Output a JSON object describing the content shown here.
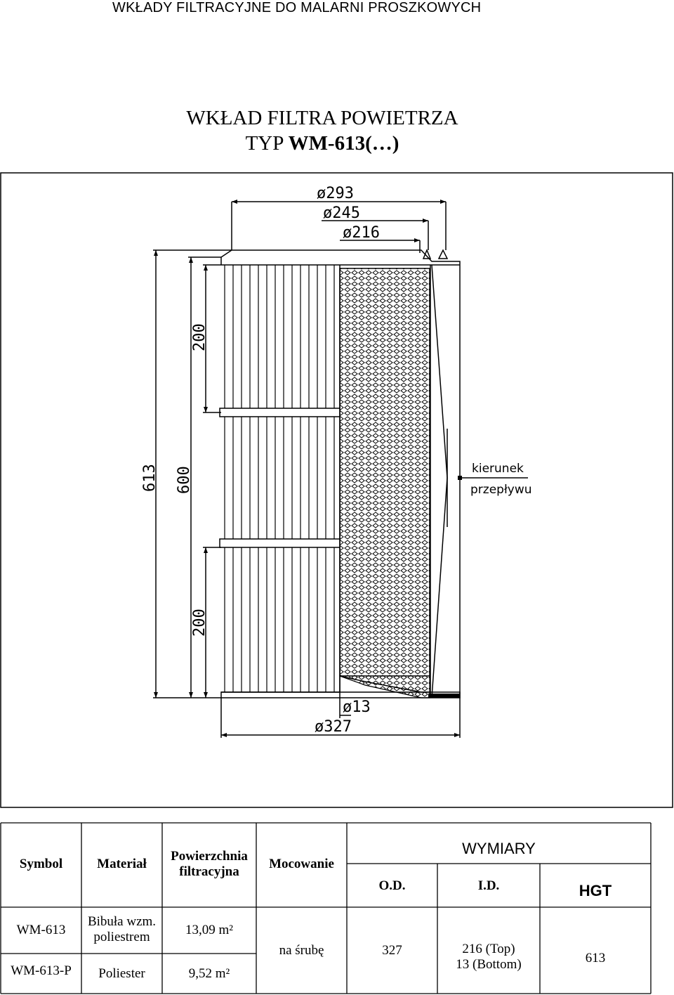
{
  "header": {
    "title": "WKŁADY FILTRACYJNE DO MALARNI PROSZKOWYCH"
  },
  "title": {
    "line1": "WKŁAD FILTRA POWIETRZA",
    "line2_prefix": "TYP ",
    "line2_bold": "WM-613(…)"
  },
  "drawing": {
    "dims": {
      "d293": "ø293",
      "d245": "ø245",
      "d216": "ø216",
      "d13": "ø13",
      "d327": "ø327",
      "h613": "613",
      "h600": "600",
      "h200_top": "200",
      "h200_bottom": "200"
    },
    "flow_label": {
      "line1": "kierunek",
      "line2": "przepływu"
    }
  },
  "table": {
    "headers": {
      "symbol": "Symbol",
      "material": "Materiał",
      "surface_line1": "Powierzchnia",
      "surface_line2": "filtracyjna",
      "mounting": "Mocowanie",
      "dimensions": "WYMIARY",
      "od": "O.D.",
      "id": "I.D.",
      "hgt": "HGT"
    },
    "rows": [
      {
        "symbol": "WM-613",
        "material_line1": "Bibuła wzm.",
        "material_line2": "poliestrem",
        "surface": "13,09 m²"
      },
      {
        "symbol": "WM-613-P",
        "material": "Poliester",
        "surface": "9,52 m²"
      }
    ],
    "shared": {
      "mounting": "na śrubę",
      "od": "327",
      "id_line1": "216 (Top)",
      "id_line2": "13 (Bottom)",
      "hgt": "613"
    }
  }
}
